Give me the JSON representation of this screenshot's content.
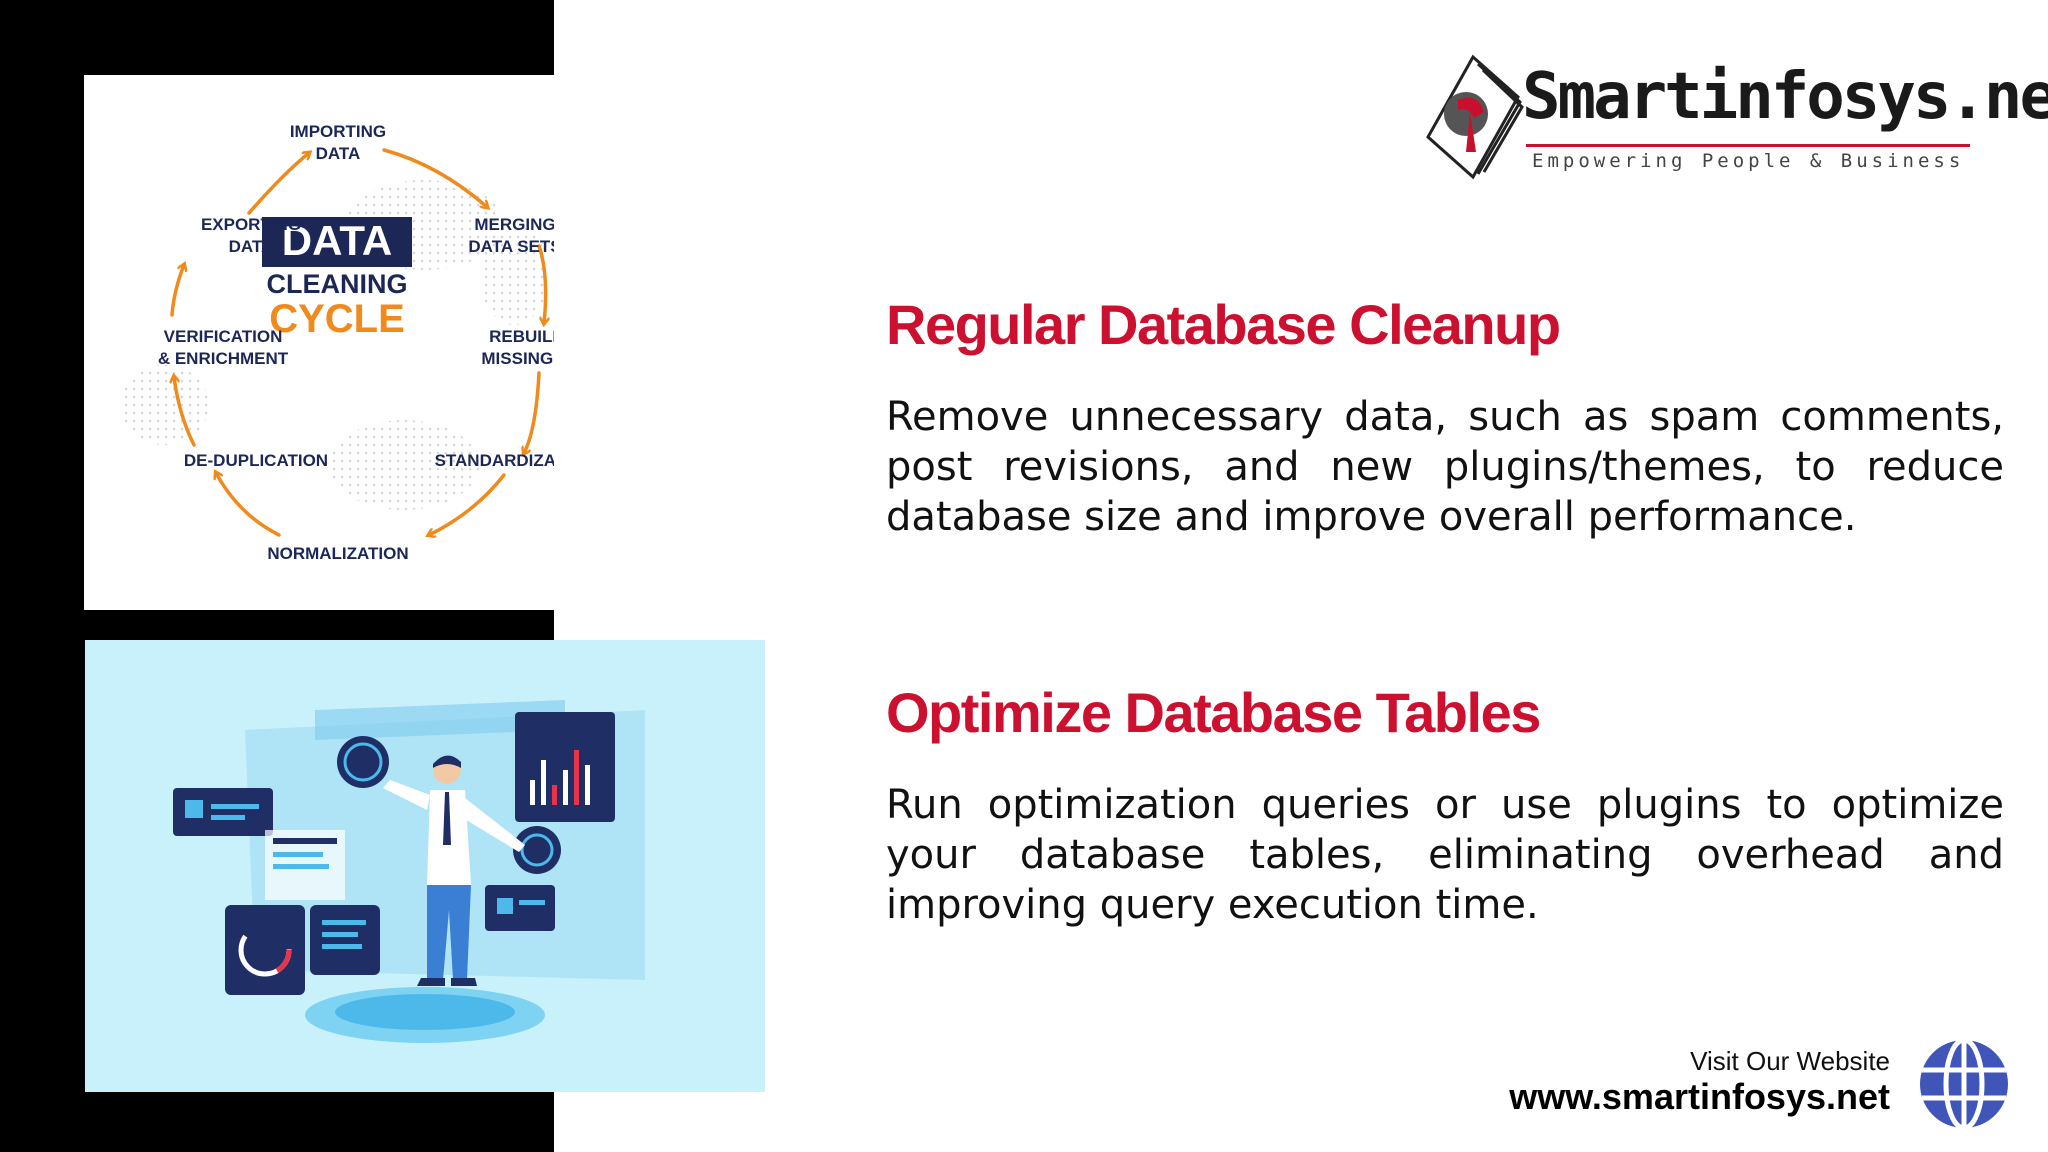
{
  "logo": {
    "name": "Smartinfosys.net",
    "tagline": "Empowering People & Business"
  },
  "cycle": {
    "center_line1": "DATA",
    "center_line2": "CLEANING",
    "center_line3": "CYCLE",
    "stages": {
      "importing_1": "IMPORTING",
      "importing_2": "DATA",
      "merging_1": "MERGING",
      "merging_2": "DATA SETS",
      "rebuilding_1": "REBUILDING",
      "rebuilding_2": "MISSING DATA",
      "standardization": "STANDARDIZATION",
      "normalization": "NORMALIZATION",
      "deduplication": "DE-DUPLICATION",
      "verification_1": "VERIFICATION",
      "verification_2": "& ENRICHMENT",
      "exporting_1": "EXPORTING",
      "exporting_2": "DATA"
    },
    "colors": {
      "navy": "#1c2756",
      "orange": "#f08a1c"
    }
  },
  "sections": [
    {
      "heading": "Regular Database Cleanup",
      "body": "Remove unnecessary data, such as spam comments, post revisions, and new plugins/themes, to reduce database size and improve overall performance."
    },
    {
      "heading": "Optimize Database Tables",
      "body": "Run optimization queries or use plugins to optimize your database tables, eliminating overhead and improving query execution time."
    }
  ],
  "footer": {
    "visit_label": "Visit Our Website",
    "url": "www.smartinfosys.net"
  },
  "colors": {
    "accent_red": "#cc1030",
    "illustration_bg": "#c9f1fb",
    "globe_blue": "#3f56b8"
  }
}
